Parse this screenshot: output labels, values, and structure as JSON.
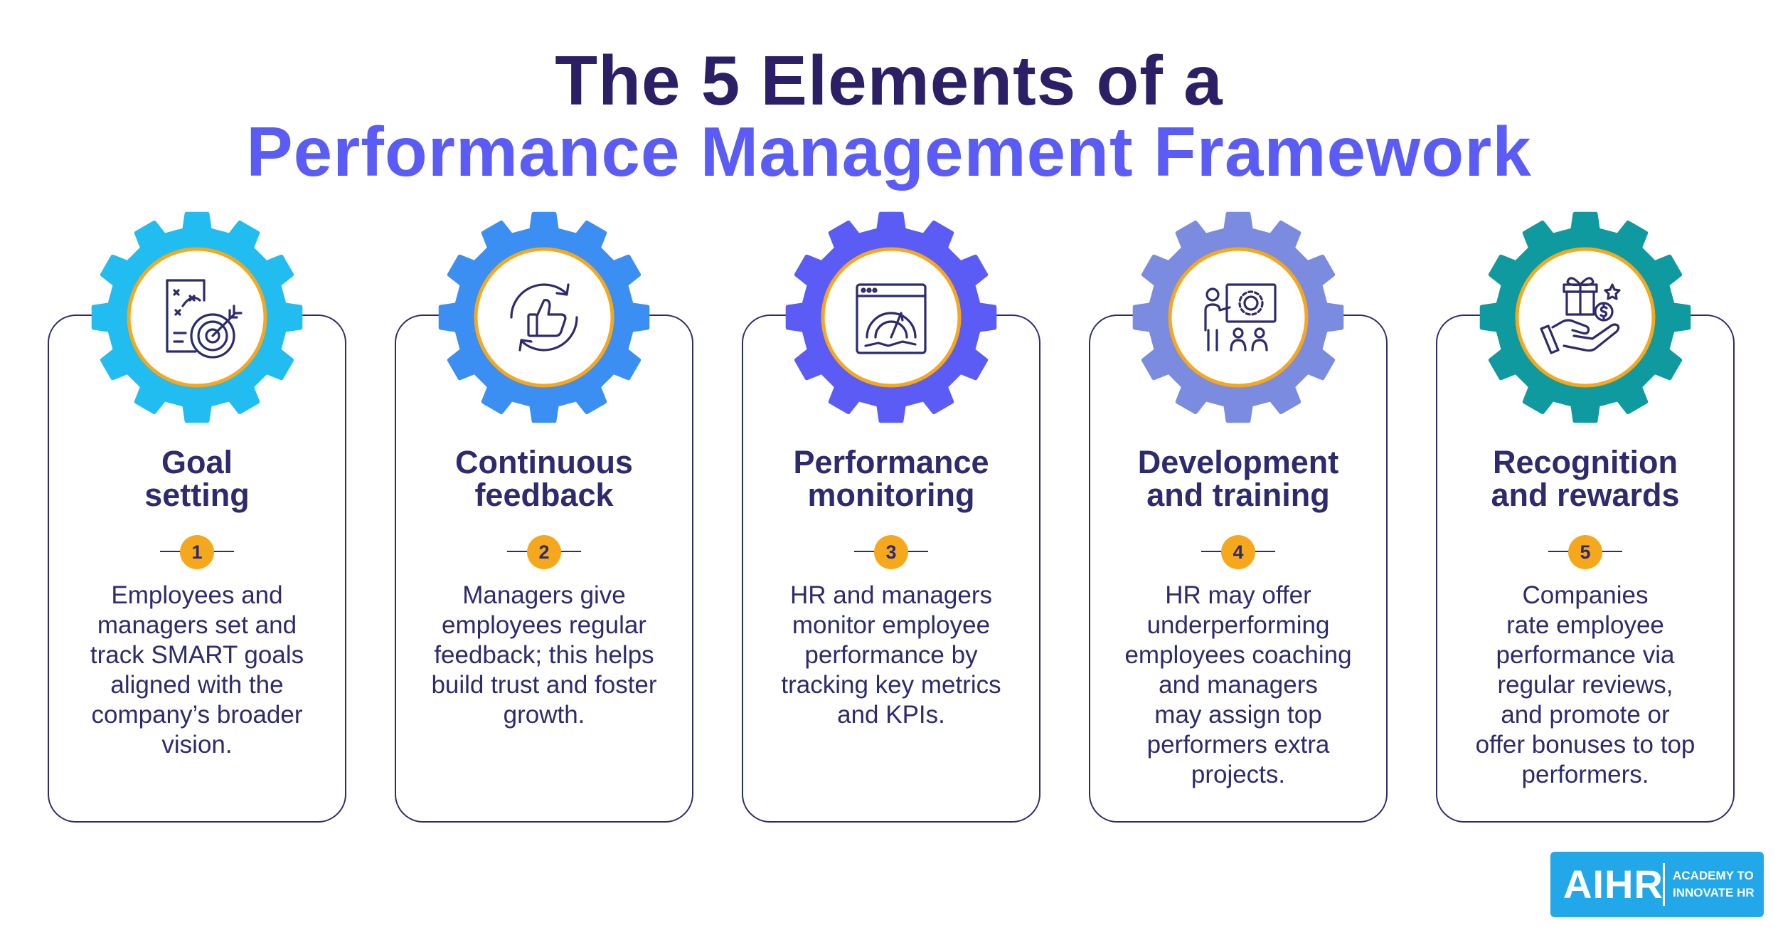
{
  "title": {
    "line1": "The 5 Elements of a",
    "line2": "Performance Management Framework"
  },
  "colors": {
    "title_dark": "#2d1f66",
    "title_accent": "#5b5cf6",
    "badge": "#f6a81d",
    "text": "#2d2a6e"
  },
  "elements": [
    {
      "number": "1",
      "title_line1": "Goal",
      "title_line2": "setting",
      "gear_color": "#22bdf0",
      "icon": "goal-target-icon",
      "desc": [
        "Employees and",
        "managers set and",
        "track SMART goals",
        "aligned with the",
        "company’s broader",
        "vision."
      ]
    },
    {
      "number": "2",
      "title_line1": "Continuous",
      "title_line2": "feedback",
      "gear_color": "#3b8ef2",
      "icon": "thumbs-up-cycle-icon",
      "desc": [
        "Managers give",
        "employees regular",
        "feedback; this helps",
        "build trust and foster",
        "growth."
      ]
    },
    {
      "number": "3",
      "title_line1": "Performance",
      "title_line2": "monitoring",
      "gear_color": "#5b5cf6",
      "icon": "dashboard-gauge-icon",
      "desc": [
        "HR and managers",
        "monitor employee",
        "performance by",
        "tracking key metrics",
        "and KPIs."
      ]
    },
    {
      "number": "4",
      "title_line1": "Development",
      "title_line2": "and training",
      "gear_color": "#7b8ce0",
      "icon": "training-presentation-icon",
      "desc": [
        "HR may offer",
        "underperforming",
        "employees coaching",
        "and managers",
        "may assign top",
        "performers extra",
        "projects."
      ]
    },
    {
      "number": "5",
      "title_line1": "Recognition",
      "title_line2": "and rewards",
      "gear_color": "#0f9aa0",
      "icon": "gift-reward-icon",
      "desc": [
        "Companies",
        "rate employee",
        "performance via",
        "regular reviews,",
        "and promote or",
        "offer bonuses to top",
        "performers."
      ]
    }
  ],
  "logo": {
    "main": "AIHR",
    "sub_line1": "ACADEMY TO",
    "sub_line2": "INNOVATE HR"
  }
}
